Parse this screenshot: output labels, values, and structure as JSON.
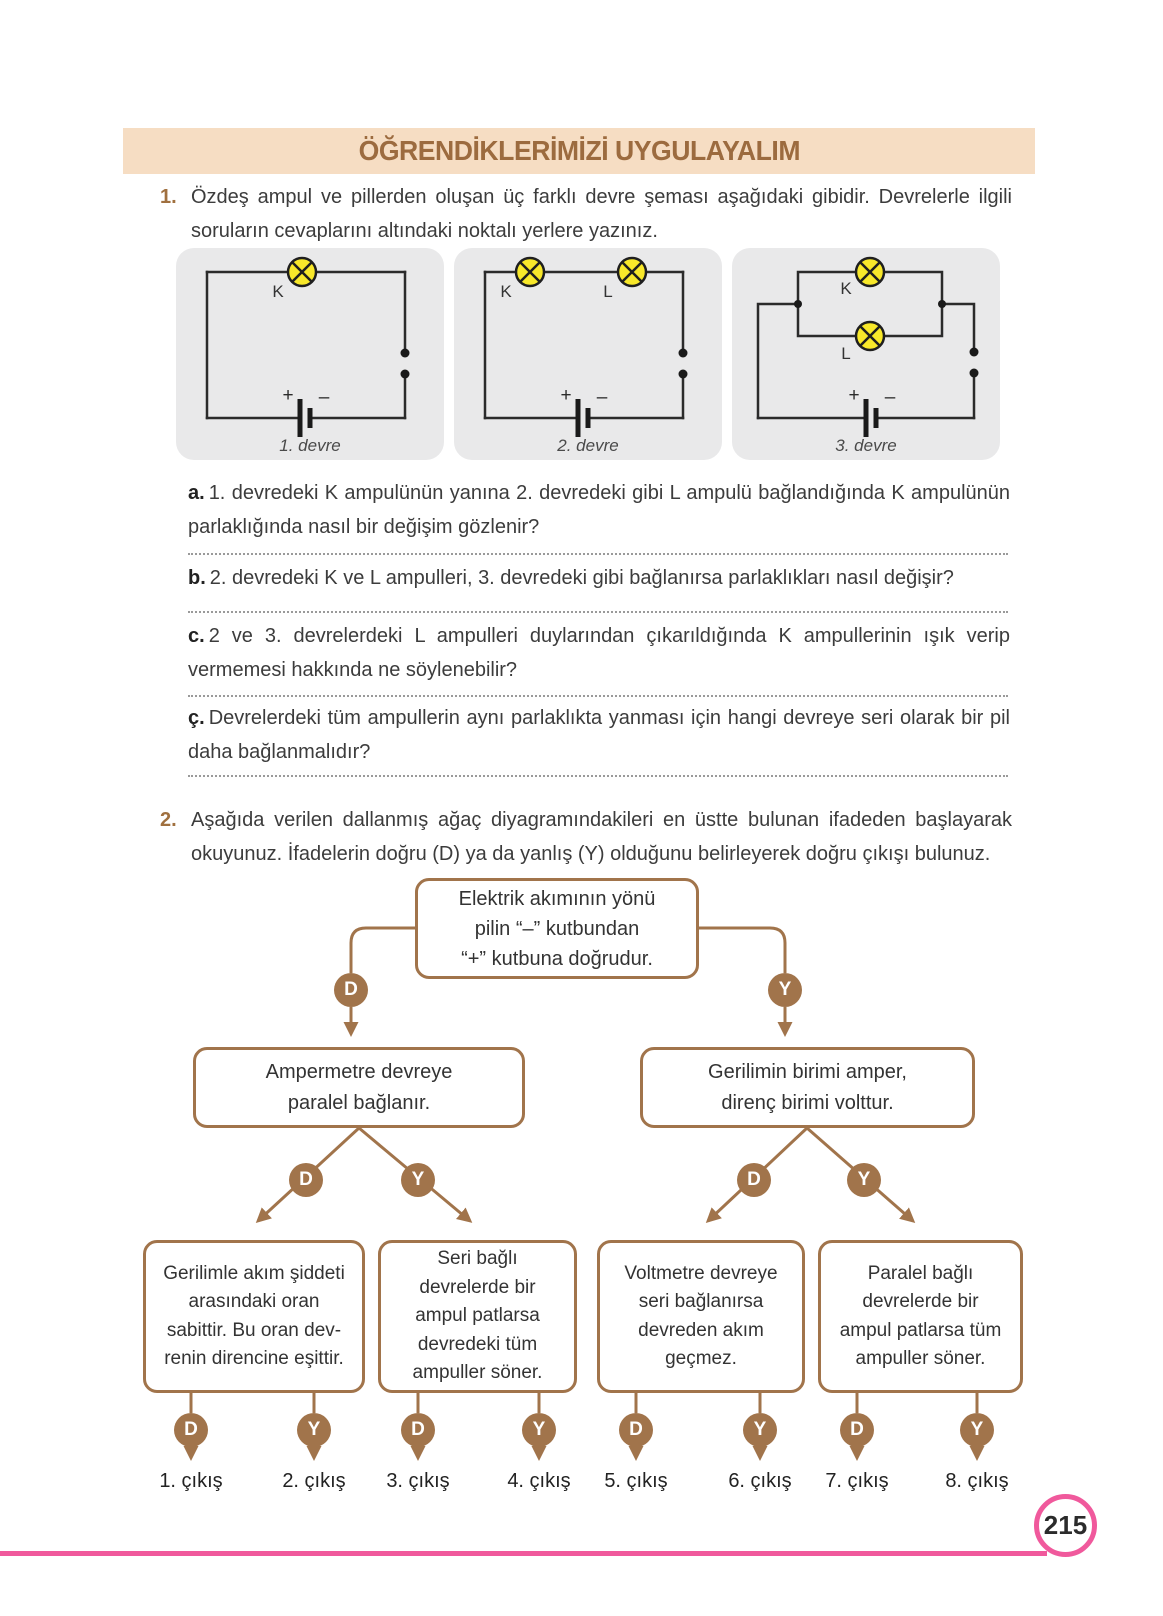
{
  "header": {
    "title": "ÖĞRENDİKLERİMİZİ UYGULAYALIM"
  },
  "q1": {
    "number": "1.",
    "text": "Özdeş ampul ve pillerden oluşan üç farklı devre şeması aşağıdaki gibidir. Devrelerle ilgili soruların cevaplarını altındaki noktalı yerlere yazınız.",
    "battery": {
      "plus": "+",
      "minus": "–"
    },
    "circuits": [
      {
        "caption": "1. devre",
        "bulb1": "K"
      },
      {
        "caption": "2. devre",
        "bulb1": "K",
        "bulb2": "L"
      },
      {
        "caption": "3. devre",
        "bulb1": "K",
        "bulb2": "L"
      }
    ],
    "items": [
      {
        "letter": "a.",
        "text": "1. devredeki K ampulünün yanına 2. devredeki gibi L ampulü bağlandığında K ampulünün parlaklığında nasıl bir değişim gözlenir?"
      },
      {
        "letter": "b.",
        "text": "2. devredeki K ve L ampulleri, 3. devredeki gibi bağlanırsa parlaklıkları nasıl değişir?"
      },
      {
        "letter": "c.",
        "text": "2 ve 3. devrelerdeki L ampulleri duylarından çıkarıldığında K ampullerinin ışık verip vermemesi hakkında ne söylenebilir?"
      },
      {
        "letter": "ç.",
        "text": "Devrelerdeki tüm ampullerin aynı parlaklıkta yanması için hangi devreye seri olarak bir pil daha bağlanmalıdır?"
      }
    ]
  },
  "q2": {
    "number": "2.",
    "text": "Aşağıda verilen dallanmış ağaç diyagramındakileri en üstte bulunan ifadeden başlayarak okuyunuz. İfadelerin doğru (D) ya da yanlış (Y) olduğunu belirleyerek doğru çıkışı bulunuz.",
    "tree": {
      "d": "D",
      "y": "Y",
      "root": [
        "Elektrik akımının yönü",
        "pilin “–” kutbundan",
        "“+” kutbuna doğrudur."
      ],
      "node_left": [
        "Ampermetre devreye",
        "paralel bağlanır."
      ],
      "node_right": [
        "Gerilimin birimi amper,",
        "direnç birimi volttur."
      ],
      "leaf1": [
        "Gerilimle akım şiddeti",
        "arasındaki oran",
        "sabittir. Bu oran dev-",
        "renin direncine eşittir."
      ],
      "leaf2": [
        "Seri bağlı",
        "devrelerde bir",
        "ampul patlarsa",
        "devredeki tüm",
        "ampuller söner."
      ],
      "leaf3": [
        "Voltmetre devreye",
        "seri bağlanırsa",
        "devreden akım",
        "geçmez."
      ],
      "leaf4": [
        "Paralel bağlı",
        "devrelerde bir",
        "ampul patlarsa tüm",
        "ampuller söner."
      ],
      "exits": [
        "1. çıkış",
        "2. çıkış",
        "3. çıkış",
        "4. çıkış",
        "5. çıkış",
        "6. çıkış",
        "7. çıkış",
        "8. çıkış"
      ]
    }
  },
  "footer": {
    "page_number": "215"
  }
}
